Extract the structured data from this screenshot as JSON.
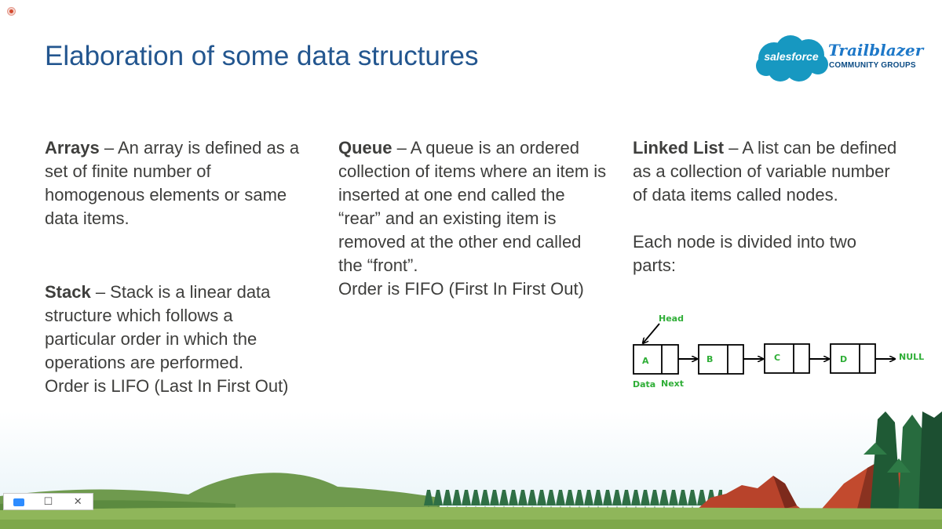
{
  "slide": {
    "title": "Elaboration of some data structures",
    "logo": {
      "cloud_text": "salesforce",
      "brand": "Trailblazer",
      "subtitle": "COMMUNITY GROUPS"
    },
    "arrays": {
      "term": "Arrays",
      "text": " – An array is defined as a set of finite number of homogenous elements or same data items."
    },
    "stack": {
      "term": "Stack",
      "text": " – Stack is a linear data structure which follows a particular order in which the operations are performed.",
      "order": "Order is LIFO (Last In First Out)"
    },
    "queue": {
      "term": "Queue",
      "text": " – A queue is an ordered collection of items where an item is inserted at one end called the “rear” and an existing item is removed at the other end called the “front”.",
      "order": "Order is FIFO (First In First Out)"
    },
    "linked_list": {
      "term": "Linked List",
      "text": " – A list can be defined as a collection of variable number of data items called nodes.",
      "note": "Each node is divided into two parts:"
    },
    "diagram": {
      "head_label": "Head",
      "nodes": [
        "A",
        "B",
        "C",
        "D"
      ],
      "null_label": "NULL",
      "data_label": "Data",
      "next_label": "Next"
    }
  },
  "window_controls": {
    "app_icon": "zoom-icon",
    "restore_label": "☐",
    "close_label": "✕"
  },
  "colors": {
    "title": "#23568f",
    "body_text": "#3e3e3c",
    "salesforce_blue": "#1798c1",
    "diagram_green": "#2fae37"
  }
}
